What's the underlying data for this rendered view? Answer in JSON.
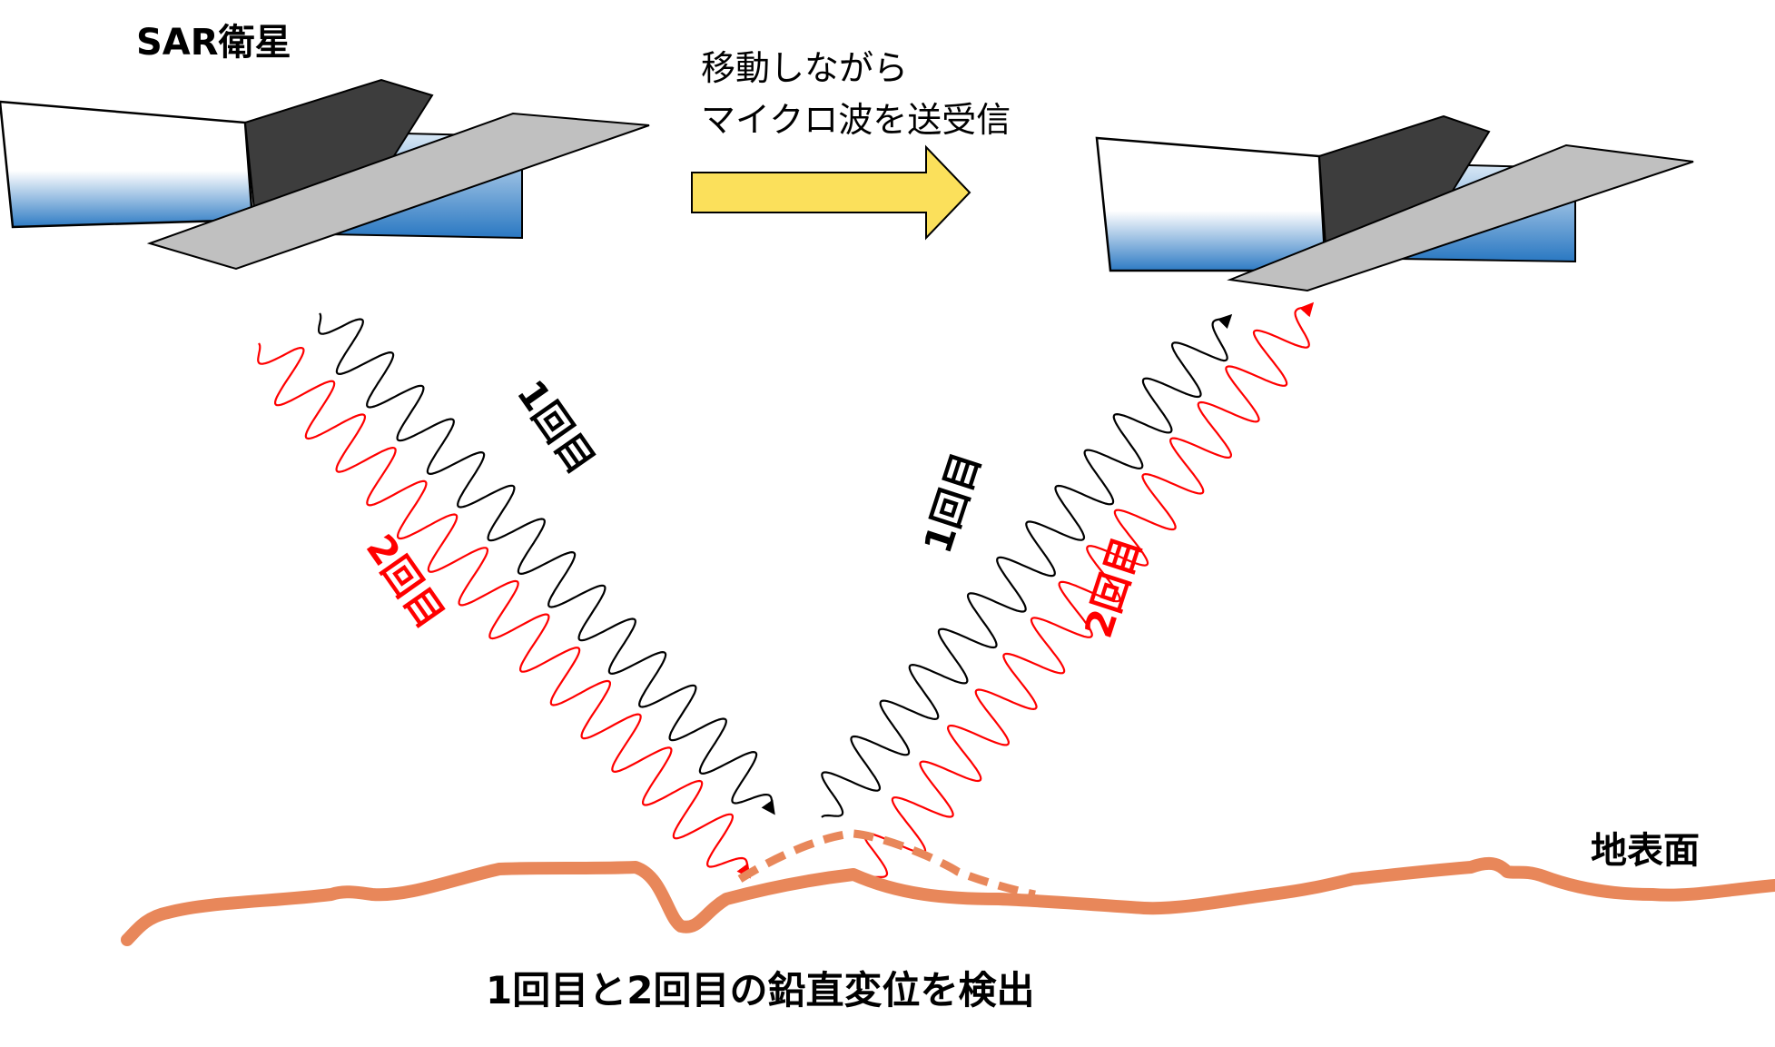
{
  "title": "SAR衛星",
  "motion_line1": "移動しながら",
  "motion_line2": "マイクロ波を送受信",
  "pass1_label": "1回目",
  "pass2_label": "2回目",
  "ground_label": "地表面",
  "caption": "1回目と2回目の鉛直変位を検出",
  "colors": {
    "pass1": "#000000",
    "pass2": "#ff0000",
    "ground": "#e8875a",
    "arrow_fill": "#fbe05b",
    "panel": "#c0c0c0",
    "body": "#3d3d3d",
    "blue": "#2e7bc4"
  },
  "icons": [
    "satellite-icon",
    "satellite-icon",
    "right-arrow-icon"
  ]
}
